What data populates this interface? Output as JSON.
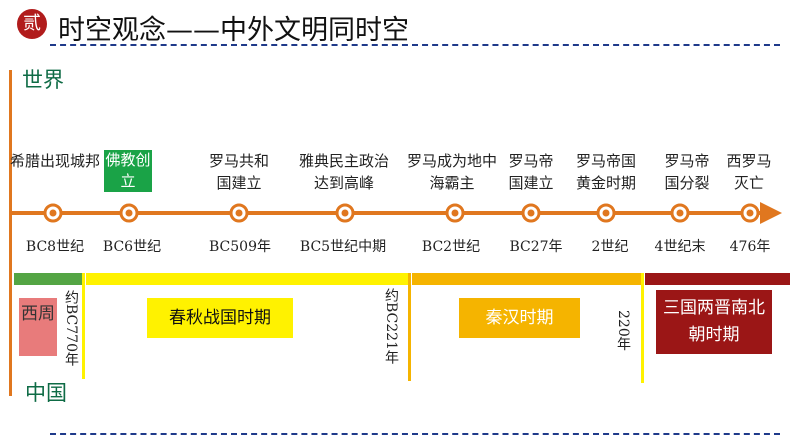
{
  "header": {
    "badge": "贰",
    "title": "时空观念——中外文明同时空"
  },
  "labels": {
    "world": "世界",
    "china": "中国"
  },
  "world_events": [
    {
      "text": "希腊出现城邦",
      "date": "BC8世纪"
    },
    {
      "text": "佛教创立",
      "date": "BC6世纪",
      "highlight": true
    },
    {
      "text": "罗马共和国建立",
      "date": "BC509年"
    },
    {
      "text": "雅典民主政治达到高峰",
      "date": "BC5世纪中期"
    },
    {
      "text": "罗马成为地中海霸主",
      "date": "BC2世纪"
    },
    {
      "text": "罗马帝国建立",
      "date": "BC27年"
    },
    {
      "text": "罗马帝国黄金时期",
      "date": "2世纪"
    },
    {
      "text": "罗马帝国分裂",
      "date": "4世纪末"
    },
    {
      "text": "西罗马灭亡",
      "date": "476年"
    }
  ],
  "china_periods": [
    {
      "name": "西周",
      "color": "#e87b7b"
    },
    {
      "name": "春秋战国时期",
      "color": "#fff200"
    },
    {
      "name": "秦汉时期",
      "color": "#f5b400"
    },
    {
      "name": "三国两晋南北朝时期",
      "color": "#9b1616"
    }
  ],
  "china_boundaries": [
    "约BC770年",
    "约BC221年",
    "220年"
  ],
  "colors": {
    "timeline": "#e0771f",
    "heading": "#0e6b45",
    "badge": "#b11c1c",
    "event_highlight": "#1aa347",
    "western_zhou_bar": "#54a544"
  }
}
